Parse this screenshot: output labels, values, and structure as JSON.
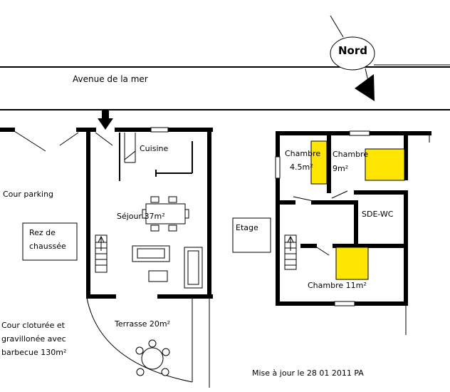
{
  "compass": {
    "label": "Nord"
  },
  "street": {
    "label": "Avenue de la mer"
  },
  "ground_floor": {
    "title_line1": "Rez de",
    "title_line2": "chaussée",
    "kitchen": "Cuisine",
    "living": "Séjour 37m²",
    "terrace": "Terrasse 20m²"
  },
  "outside": {
    "parking": "Cour parking",
    "yard_line1": "Cour cloturée et",
    "yard_line2": "gravillonée avec",
    "yard_line3": "barbecue  130m²"
  },
  "upper_floor": {
    "title": "Etage",
    "bedroom_small_line1": "Chambre",
    "bedroom_small_line2": "4.5m²",
    "bedroom_mid_line1": "Chambre",
    "bedroom_mid_line2": "9m²",
    "bathroom": "SDE-WC",
    "bedroom_large": "Chambre 11m²"
  },
  "footer": {
    "updated": "Mise à jour le 28 01 2011  PA"
  }
}
